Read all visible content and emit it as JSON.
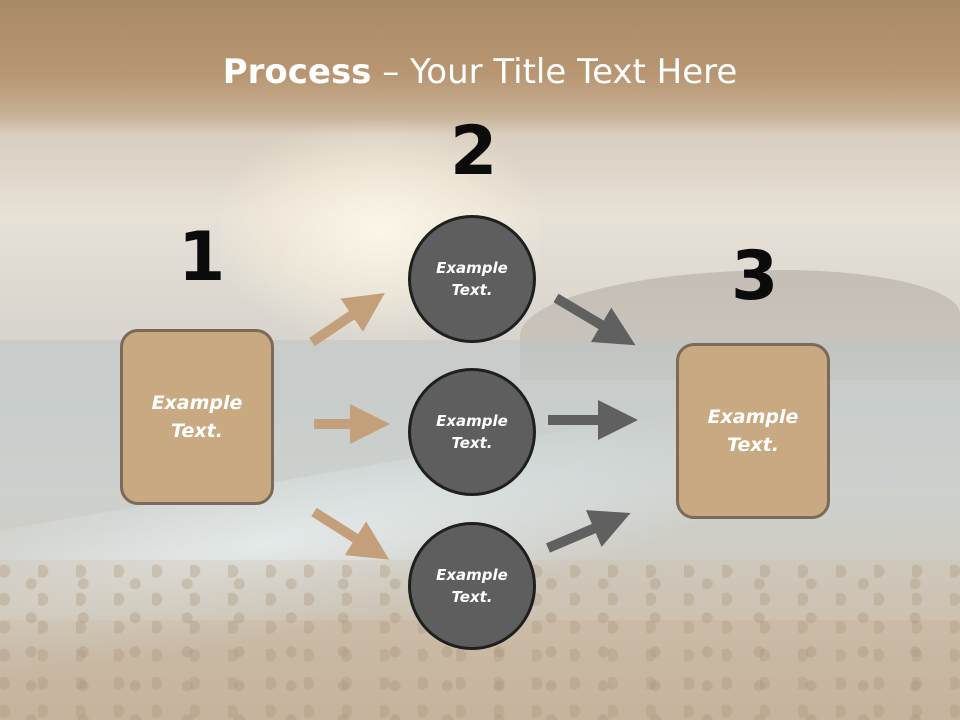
{
  "slide": {
    "title_bold": "Process",
    "title_rest": " – Your Title Text Here"
  },
  "steps": {
    "step1": {
      "number": "1",
      "text": "Example\nText."
    },
    "step2": {
      "number": "2",
      "circles": [
        {
          "text": "Example\nText."
        },
        {
          "text": "Example\nText."
        },
        {
          "text": "Example\nText."
        }
      ]
    },
    "step3": {
      "number": "3",
      "text": "Example\nText."
    }
  },
  "colors": {
    "box_fill": "#c9a982",
    "box_border": "#7a6a58",
    "circle_fill": "#5e5e5e",
    "circle_border": "#1f1f1f",
    "tan_arrow": "#c4a07a",
    "gray_arrow": "#606060"
  }
}
